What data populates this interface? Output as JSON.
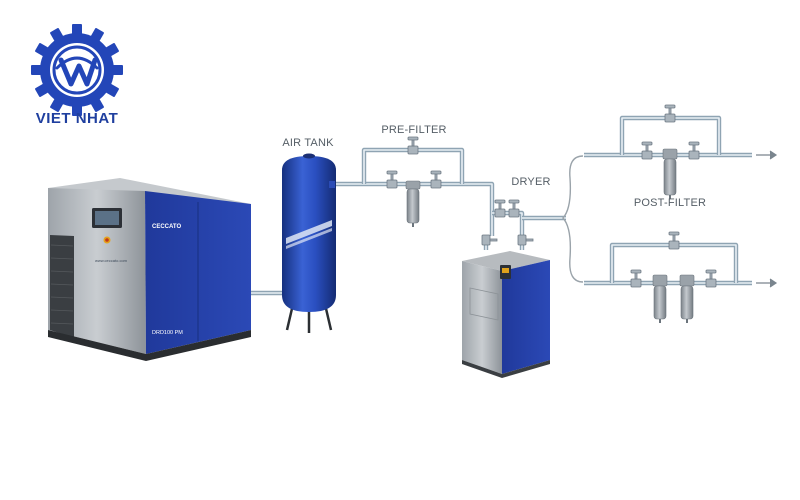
{
  "brand": {
    "name": "VIET NHAT",
    "colors": {
      "primary": "#2346b8",
      "dark": "#1b3490"
    }
  },
  "labels": {
    "air_tank": "AIR TANK",
    "pre_filter": "PRE-FILTER",
    "dryer": "DRYER",
    "post_filter": "POST-FILTER"
  },
  "compressor": {
    "model": "DRD100 PM",
    "website": "www.ceccato.com",
    "brand": "CECCATO"
  },
  "icons": [
    "gear-logo-icon",
    "flow-arrow-icon"
  ]
}
